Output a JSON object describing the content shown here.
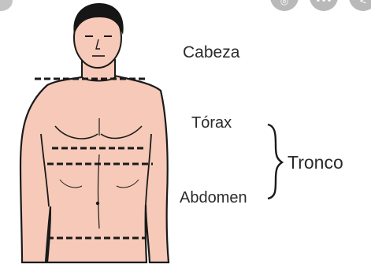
{
  "labels": {
    "head": "Cabeza",
    "chest": "Tórax",
    "abdomen": "Abdomen",
    "trunk": "Tronco"
  },
  "overlay_icons": [
    "lens-icon",
    "more-options-icon",
    "share-icon"
  ],
  "colors": {
    "skin": "#f6c9b8",
    "outline": "#1a1a1a",
    "hair": "#161616",
    "text": "#2b2b2b",
    "overlay_button": "#b9b9b9"
  }
}
